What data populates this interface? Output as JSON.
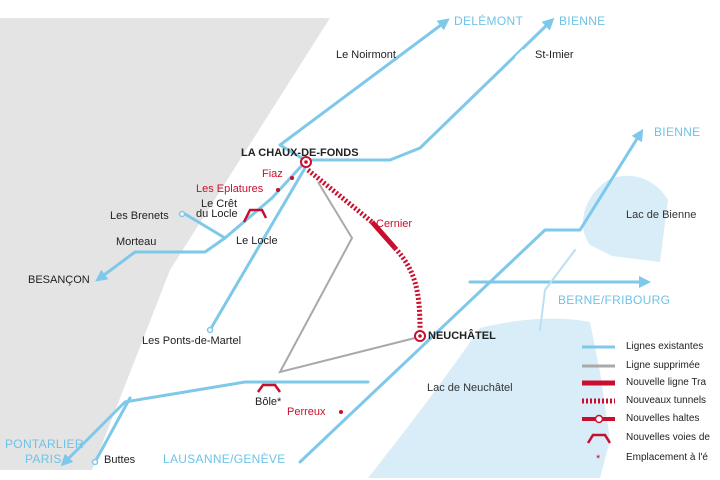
{
  "destinations": {
    "delemont": "DELÉMONT",
    "bienne_north": "BIENNE",
    "bienne_east": "BIENNE",
    "berne_fribourg": "BERNE/FRIBOURG",
    "lausanne_geneve": "LAUSANNE/GENÈVE",
    "pontarlier": "PONTARLIER",
    "paris": "PARIS",
    "besancon": "BESANÇON"
  },
  "stations": {
    "la_chaux_de_fonds": "LA CHAUX-DE-FONDS",
    "neuchatel": "NEUCHÂTEL",
    "le_noirmont": "Le Noirmont",
    "st_imier": "St-Imier",
    "fiaz": "Fiaz",
    "les_eplatures": "Les Eplatures",
    "le_cret_du_locle_1": "Le Crêt",
    "le_cret_du_locle_2": "du Locle",
    "les_brenets": "Les Brenets",
    "morteau": "Morteau",
    "le_locle": "Le Locle",
    "cernier": "Cernier",
    "les_ponts_de_martel": "Les Ponts-de-Martel",
    "bole": "Bôle*",
    "perreux": "Perreux",
    "buttes": "Buttes"
  },
  "lakes": {
    "bienne": "Lac de Bienne",
    "neuchatel": "Lac de Neuchâtel"
  },
  "legend": [
    {
      "label": "Lignes existantes",
      "symbol": "existing-line"
    },
    {
      "label": "Ligne supprimée",
      "symbol": "removed-line"
    },
    {
      "label": "Nouvelle ligne Tra",
      "symbol": "new-line"
    },
    {
      "label": "Nouveaux tunnels",
      "symbol": "new-tunnel"
    },
    {
      "label": "Nouvelles haltes",
      "symbol": "new-stop"
    },
    {
      "label": "Nouvelles voies de",
      "symbol": "new-track"
    },
    {
      "label": "Emplacement à l'é",
      "symbol": "asterisk"
    }
  ],
  "colors": {
    "existing_line": "#7ec8ea",
    "removed_line": "#a9a9a9",
    "new_line": "#c8102e",
    "france_area": "#e4e4e4",
    "lake": "#d8edf8"
  }
}
